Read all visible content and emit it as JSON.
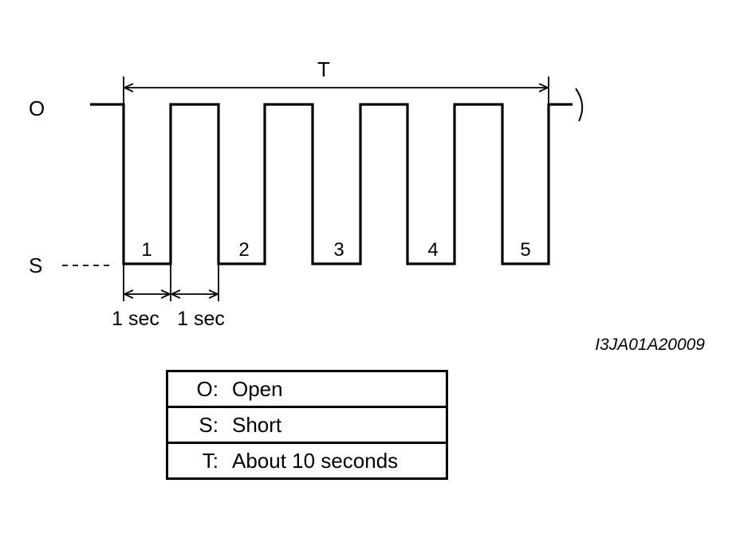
{
  "diagram": {
    "level_open": "O",
    "level_short": "S",
    "period_label": "T",
    "pulse_numbers": [
      "1",
      "2",
      "3",
      "4",
      "5"
    ],
    "duration_low": "1 sec",
    "duration_high": "1 sec",
    "figure_id": "I3JA01A20009"
  },
  "legend": {
    "rows": [
      {
        "key": "O:",
        "desc": "Open"
      },
      {
        "key": "S:",
        "desc": "Short"
      },
      {
        "key": "T:",
        "desc": "About 10 seconds"
      }
    ]
  },
  "colors": {
    "line": "#000000",
    "background": "#ffffff"
  }
}
